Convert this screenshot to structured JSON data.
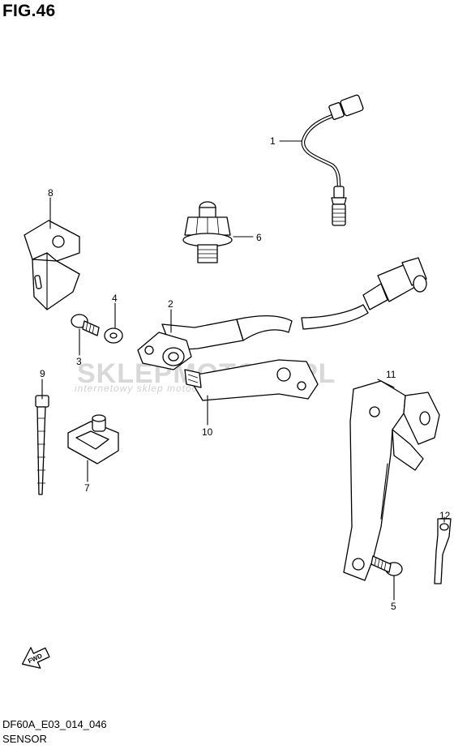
{
  "header": {
    "figure_label": "FIG.46"
  },
  "footer": {
    "drawing_code": "DF60A_E03_014_046",
    "section_name": "SENSOR"
  },
  "watermark": {
    "brand": "SKLEPMOTO24.PL",
    "tagline": "internetowy sklep motocyklowy"
  },
  "fwd_label": "FWD",
  "callouts": [
    "1",
    "2",
    "3",
    "4",
    "5",
    "6",
    "7",
    "8",
    "9",
    "10",
    "11",
    "12"
  ],
  "colors": {
    "line": "#000000",
    "background": "#ffffff",
    "watermark_red": "#e8a8a8",
    "watermark_gray": "#d8d8d8"
  }
}
